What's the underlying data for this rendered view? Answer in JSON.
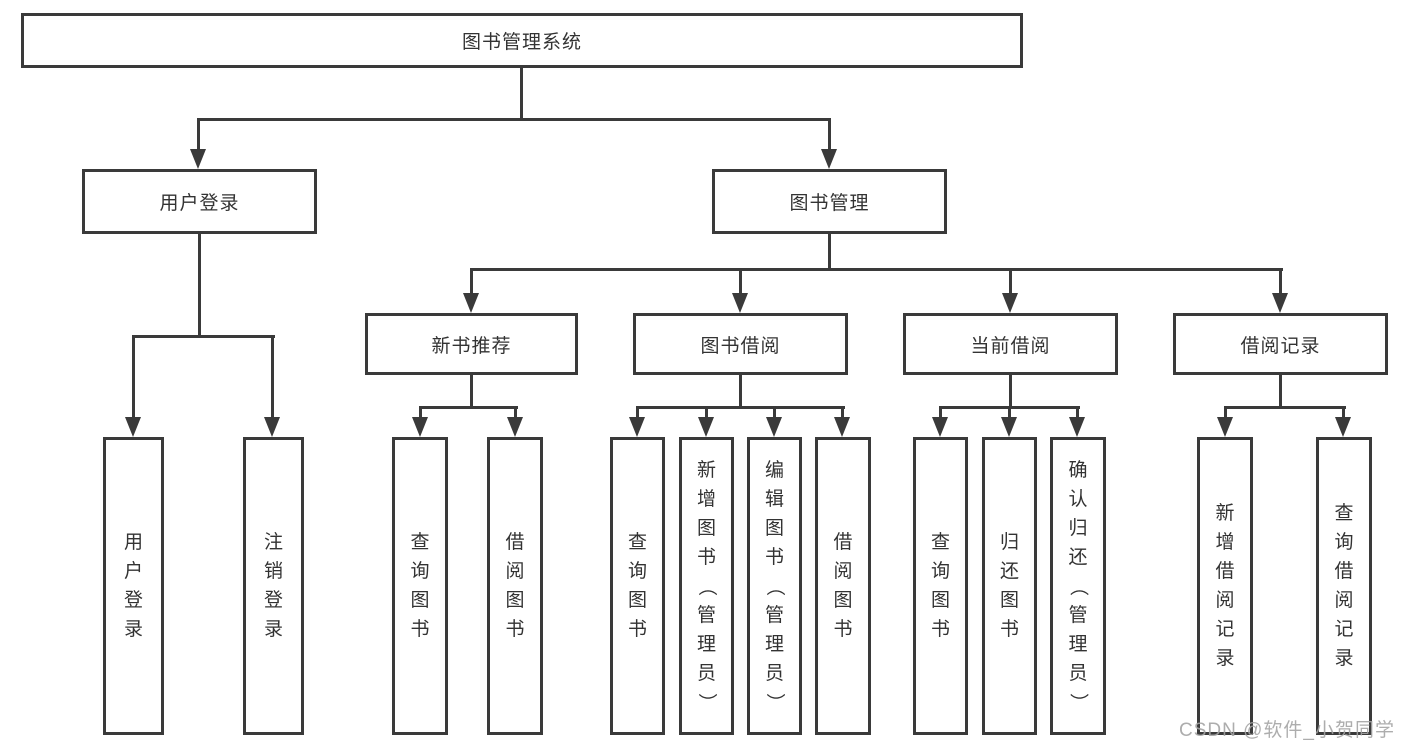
{
  "colors": {
    "line": "#3a3a3a",
    "text": "#333333",
    "background": "#ffffff",
    "watermark": "#a4a4a4"
  },
  "diagram": {
    "type": "hierarchy-tree",
    "root": {
      "label": "图书管理系统"
    },
    "branches": [
      {
        "label": "用户登录",
        "leaves": [
          "用户登录",
          "注销登录"
        ]
      },
      {
        "label": "图书管理",
        "sections": [
          {
            "label": "新书推荐",
            "leaves": [
              "查询图书",
              "借阅图书"
            ]
          },
          {
            "label": "图书借阅",
            "leaves": [
              "查询图书",
              "新增图书（管理员）",
              "编辑图书（管理员）",
              "借阅图书"
            ]
          },
          {
            "label": "当前借阅",
            "leaves": [
              "查询图书",
              "归还图书",
              "确认归还（管理员）"
            ]
          },
          {
            "label": "借阅记录",
            "leaves": [
              "新增借阅记录",
              "查询借阅记录"
            ]
          }
        ]
      }
    ]
  },
  "watermark": "CSDN @软件_小贺同学"
}
